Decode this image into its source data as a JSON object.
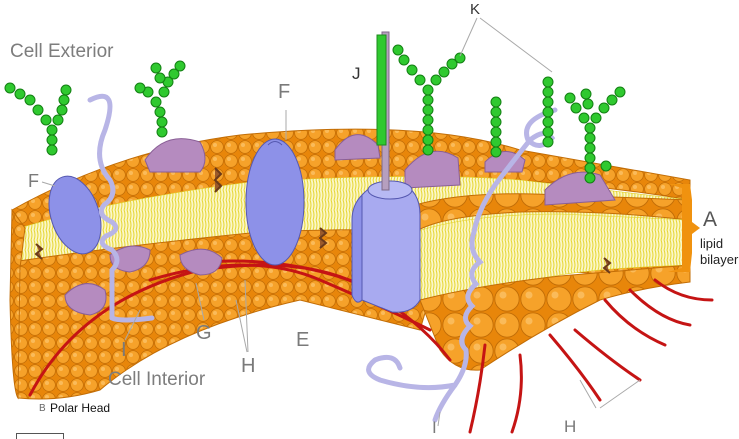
{
  "regions": {
    "exterior": "Cell Exterior",
    "interior": "Cell Interior"
  },
  "labels": {
    "A": "A",
    "lipid_bilayer": "lipid\nbilayer",
    "B": "B",
    "polar_head": "Polar Head",
    "E": "E",
    "F": "F",
    "G": "G",
    "H": "H",
    "I": "I",
    "J": "J",
    "K": "K"
  },
  "colors": {
    "head": "#f0920f",
    "tail": "#f3e65a",
    "integral_protein": "#8d91e8",
    "peripheral_protein": "#b58bbf",
    "glycan": "#2fc92f",
    "cytoskeleton": "#c51414",
    "helix": "#b8b5e6",
    "bracket": "#f0920f"
  }
}
